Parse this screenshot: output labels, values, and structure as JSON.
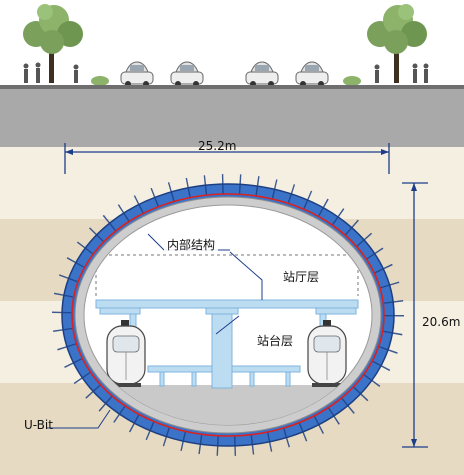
{
  "dimensions": {
    "width": "25.2m",
    "height": "20.6m"
  },
  "labels": {
    "internal_structure": "内部结构",
    "concourse": "站厅层",
    "platform": "站台层",
    "ubit": "U-Bit"
  },
  "colors": {
    "soil_band_light": "#f5efe2",
    "soil_band_dark": "#e6dac2",
    "road_grey": "#a9a9a9",
    "segment_blue": "#3b73c9",
    "segment_outline": "#1d3f82",
    "reinforcement_red": "#d9221f",
    "lining_grey": "#cdcdcd",
    "slab_blue": "#bcdcf2",
    "dimension_blue": "#1c3d8a"
  }
}
